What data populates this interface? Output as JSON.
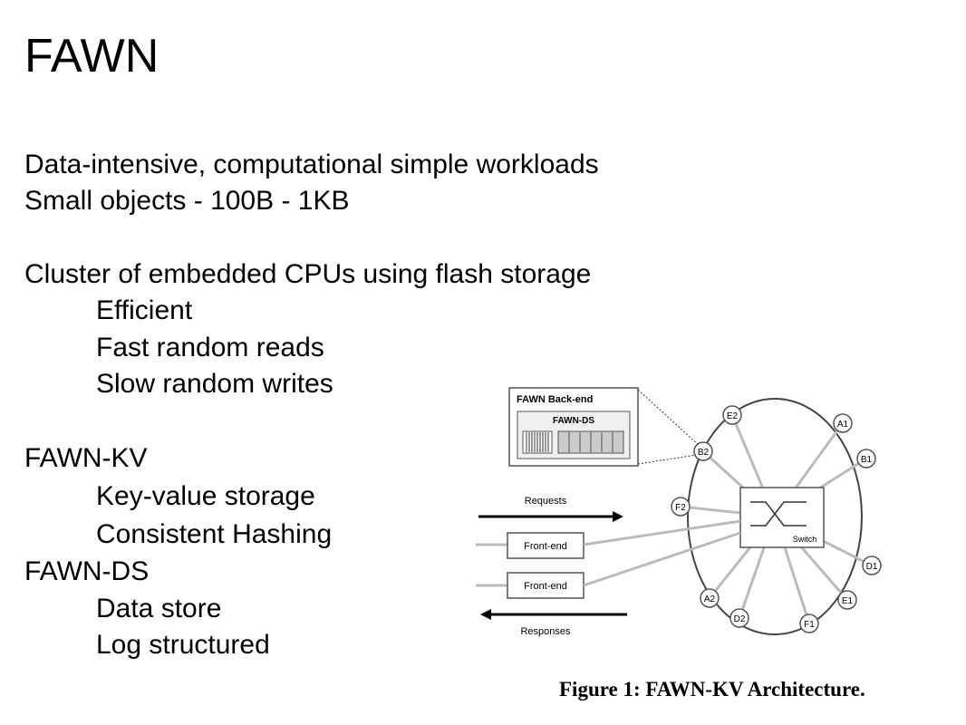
{
  "slide": {
    "title": "FAWN",
    "lines": [
      "Data-intensive, computational simple workloads",
      "Small objects - 100B - 1KB",
      "Cluster of embedded CPUs using flash storage",
      "Efficient",
      "Fast random reads",
      "Slow random writes",
      "FAWN-KV",
      "Key-value storage",
      "Consistent Hashing",
      "FAWN-DS",
      "Data store",
      "Log structured"
    ]
  },
  "figure": {
    "backend_label": "FAWN Back-end",
    "ds_label": "FAWN-DS",
    "requests_label": "Requests",
    "responses_label": "Responses",
    "frontend_label_1": "Front-end",
    "frontend_label_2": "Front-end",
    "switch_label": "Switch",
    "nodes": [
      "E2",
      "A1",
      "B1",
      "B2",
      "F2",
      "D1",
      "A2",
      "E1",
      "D2",
      "F1"
    ],
    "caption": "Figure 1: FAWN-KV Architecture."
  }
}
